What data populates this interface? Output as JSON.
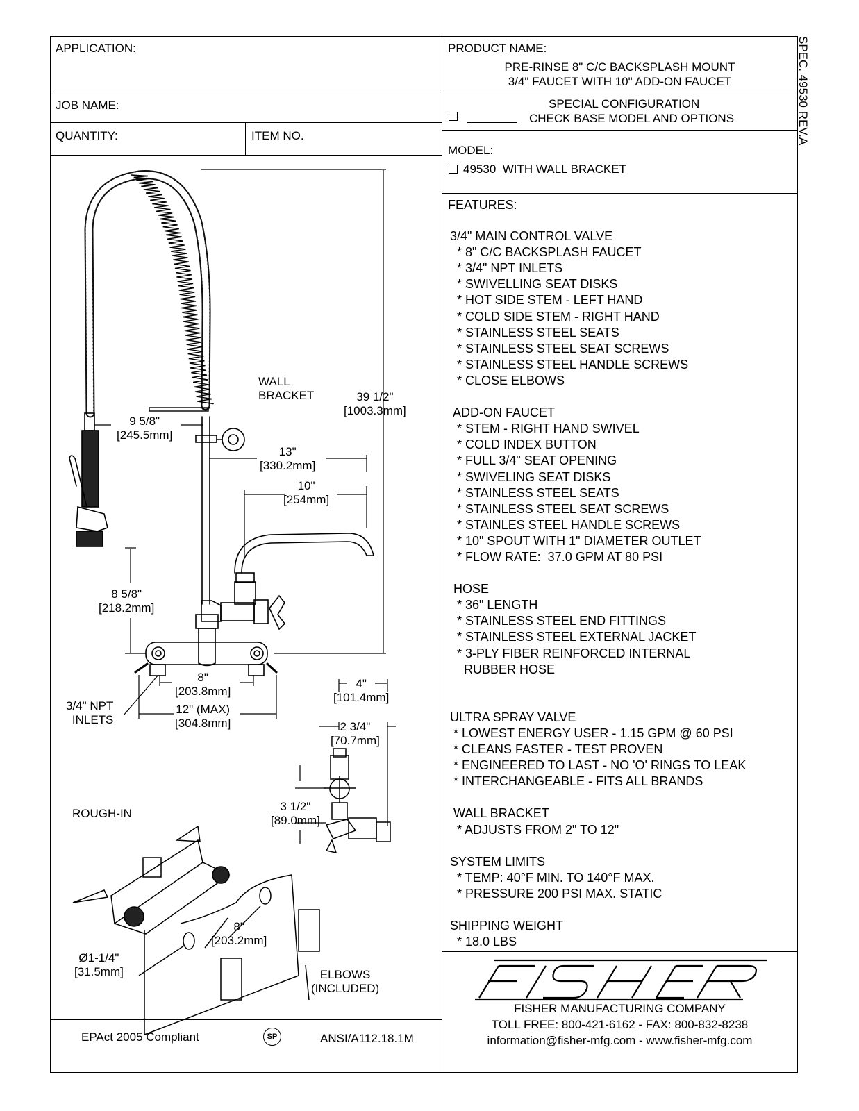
{
  "header": {
    "application_label": "APPLICATION:",
    "product_name_label": "PRODUCT NAME:",
    "product_name_line1": "PRE-RINSE 8\" C/C BACKSPLASH MOUNT",
    "product_name_line2": "3/4\" FAUCET WITH 10\" ADD-ON FAUCET",
    "job_name_label": "JOB NAME:",
    "special_config_line1": "SPECIAL CONFIGURATION",
    "special_config_line2": "CHECK BASE MODEL AND OPTIONS",
    "quantity_label": "QUANTITY:",
    "item_no_label": "ITEM NO.",
    "model_label": "MODEL:",
    "model_option": "49530  WITH WALL BRACKET",
    "spec_rev": "SPEC. 49530 REV.A"
  },
  "features": {
    "title": "FEATURES:",
    "lines": [
      "",
      "3/4\" MAIN CONTROL VALVE",
      "  * 8\" C/C BACKSPLASH FAUCET",
      "  * 3/4\" NPT INLETS",
      "  * SWIVELLING SEAT DISKS",
      "  * HOT SIDE STEM - LEFT HAND",
      "  * COLD SIDE STEM - RIGHT HAND",
      "  * STAINLESS STEEL SEATS",
      "  * STAINLESS STEEL SEAT SCREWS",
      "  * STAINLESS STEEL HANDLE SCREWS",
      "  * CLOSE ELBOWS",
      "",
      " ADD-ON FAUCET",
      "  * STEM - RIGHT HAND SWIVEL",
      "  * COLD INDEX BUTTON",
      "  * FULL 3/4\" SEAT OPENING",
      "  * SWIVELING SEAT DISKS",
      "  * STAINLESS STEEL SEATS",
      "  * STAINLESS STEEL SEAT SCREWS",
      "  * STAINLES STEEL HANDLE SCREWS",
      "  * 10\" SPOUT WITH 1\" DIAMETER OUTLET",
      "  * FLOW RATE:  37.0 GPM AT 80 PSI",
      "",
      " HOSE",
      "  * 36\" LENGTH",
      "  * STAINLESS STEEL END FITTINGS",
      "  * STAINLESS STEEL EXTERNAL JACKET",
      "  * 3-PLY FIBER REINFORCED INTERNAL",
      "    RUBBER HOSE",
      "",
      "",
      "ULTRA SPRAY VALVE",
      " * LOWEST ENERGY USER - 1.15 GPM @ 60 PSI",
      " * CLEANS FASTER - TEST PROVEN",
      " * ENGINEERED TO LAST - NO 'O' RINGS TO LEAK",
      " * INTERCHANGEABLE - FITS ALL BRANDS",
      "",
      " WALL BRACKET",
      "  * ADJUSTS FROM 2\" TO 12\"",
      "",
      "SYSTEM LIMITS",
      "  * TEMP: 40°F MIN. TO 140°F MAX.",
      "  * PRESSURE 200 PSI MAX. STATIC",
      "",
      "SHIPPING WEIGHT",
      "  * 18.0 LBS"
    ]
  },
  "company": {
    "logo": "FISHER",
    "name": "FISHER MANUFACTURING COMPANY",
    "phones": "TOLL FREE: 800-421-6162 - FAX: 800-832-8238",
    "contact": "information@fisher-mfg.com - www.fisher-mfg.com"
  },
  "footer": {
    "epact": "EPAct 2005 Compliant",
    "cert_mark": "SP",
    "ansi": "ANSI/A112.18.1M"
  },
  "drawing": {
    "wall_bracket": "WALL\nBRACKET",
    "height_total": "39 1/2\"\n[1003.3mm]",
    "spray_offset": "9 5/8\"\n[245.5mm]",
    "reach_13": "13\"\n[330.2mm]",
    "reach_10": "10\"\n[254mm]",
    "spray_height": "8 5/8\"\n[218.2mm]",
    "cc_8": "8\"\n[203.8mm]",
    "cc_12": "12\" (MAX)\n[304.8mm]",
    "npt_inlets": "3/4\" NPT\nINLETS",
    "side_4": "4\"\n[101.4mm]",
    "side_234": "2 3/4\"\n[70.7mm]",
    "side_312": "3 1/2\"\n[89.0mm]",
    "rough_in": "ROUGH-IN",
    "rough_8": "8\"\n[203.2mm]",
    "hole_dia": "Ø1-1/4\"\n[31.5mm]",
    "elbows": "ELBOWS\n(INCLUDED)"
  }
}
